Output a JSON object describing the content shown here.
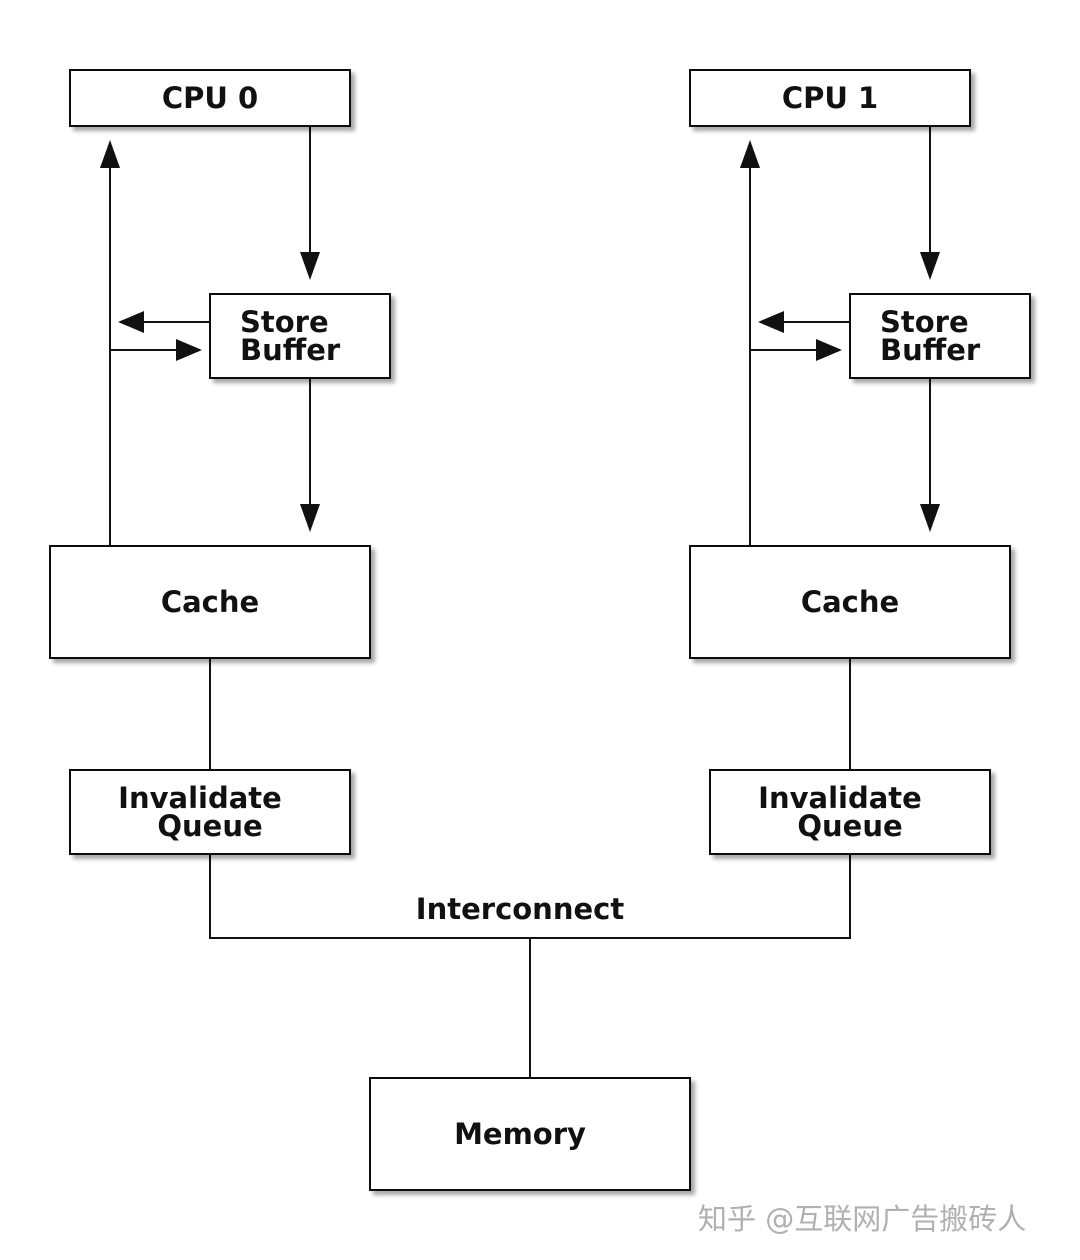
{
  "cpu0": {
    "label": "CPU 0"
  },
  "cpu1": {
    "label": "CPU 1"
  },
  "store_buffer0": {
    "line1": "Store",
    "line2": "Buffer"
  },
  "store_buffer1": {
    "line1": "Store",
    "line2": "Buffer"
  },
  "cache0": {
    "label": "Cache"
  },
  "cache1": {
    "label": "Cache"
  },
  "invalidate_queue0": {
    "line1": "Invalidate",
    "line2": "Queue"
  },
  "invalidate_queue1": {
    "line1": "Invalidate",
    "line2": "Queue"
  },
  "interconnect": {
    "label": "Interconnect"
  },
  "memory": {
    "label": "Memory"
  },
  "watermark": {
    "text": "知乎 @互联网广告搬砖人"
  }
}
